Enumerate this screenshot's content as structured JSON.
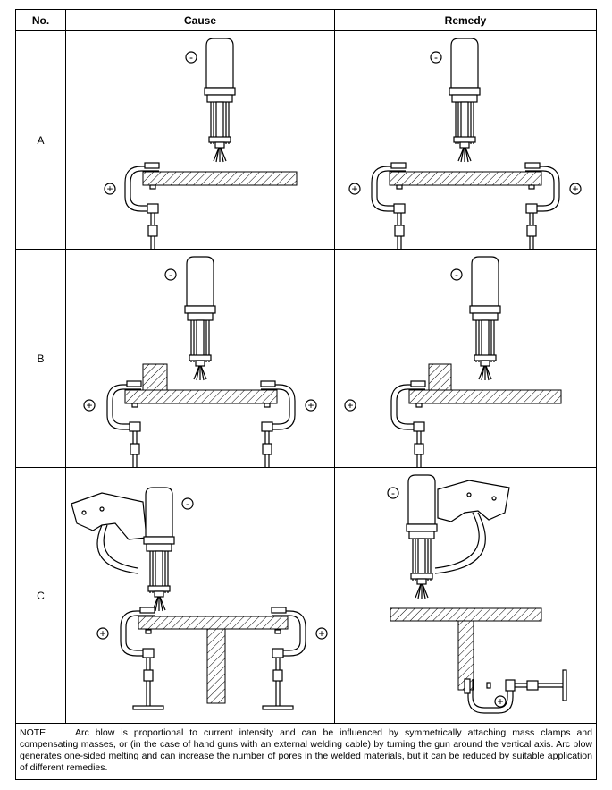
{
  "table": {
    "headers": {
      "no": "No.",
      "cause": "Cause",
      "remedy": "Remedy"
    },
    "rows": [
      {
        "no": "A",
        "cause_polarity": {
          "gun": "-",
          "clamp": "+"
        },
        "remedy_polarity": {
          "gun": "-",
          "clamp": "+"
        }
      },
      {
        "no": "B",
        "cause_polarity": {
          "gun": "-",
          "clamp": "+"
        },
        "remedy_polarity": {
          "gun": "-",
          "clamp": "+"
        }
      },
      {
        "no": "C",
        "cause_polarity": {
          "gun": "-",
          "clamp": "+"
        },
        "remedy_polarity": {
          "gun": "-",
          "clamp": "+"
        }
      }
    ]
  },
  "note": {
    "label": "NOTE",
    "text": "Arc blow is proportional to current intensity and can be influenced by symmetrically attaching mass clamps and compensating masses, or (in the case of hand guns with an external welding cable) by turning the gun around the vertical axis. Arc blow generates one-sided melting and can increase the number of pores in the welded materials, but it can be reduced by suitable application of different remedies."
  }
}
